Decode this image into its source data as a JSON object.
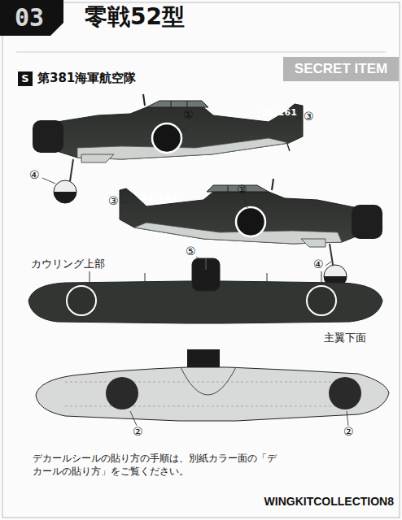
{
  "diagram": {
    "title": "零戦52型",
    "nodes": [
      {
        "text": [
          "03"
        ]
      },
      {
        "text": [
          "S"
        ]
      },
      {
        "text": [
          "SECRET ITEM"
        ]
      }
    ],
    "labels": [
      "第381海軍航空隊",
      "①",
      "81-161",
      "③",
      "④",
      "81-161",
      "③",
      "①",
      "④",
      "カウリング上部",
      "⑤",
      "主翼下面",
      "②",
      "②",
      "デカールシールの貼り方の手順は、別紙カラー面の「デカールの貼り方」をご覧ください。",
      "WINGKITCOLLECTION8"
    ]
  }
}
